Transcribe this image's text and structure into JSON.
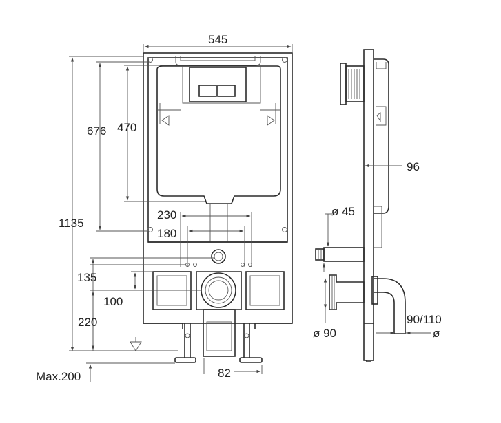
{
  "front_view": {
    "frame_width": "545",
    "overall_height": "1135",
    "cistern_height": "676",
    "flush_plate_height": "470",
    "fixing_distance_outer": "230",
    "fixing_distance_inner": "180",
    "inlet_height": "135",
    "outlet_offset": "100",
    "outlet_height": "220",
    "foot_spacing": "82",
    "floor_max": "Max.200"
  },
  "side_view": {
    "depth": "96",
    "inlet_diameter": "ø 45",
    "outlet_diameter": "ø 90",
    "pan_connector": "90/110",
    "pan_connector_symbol": "ø"
  }
}
